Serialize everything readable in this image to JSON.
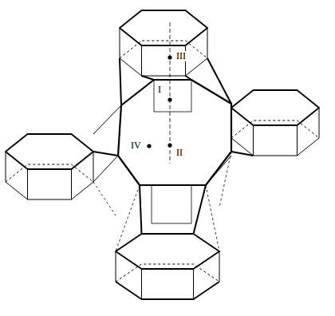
{
  "diagram": {
    "labels": [
      "III",
      "I",
      "IV",
      "II"
    ]
  }
}
